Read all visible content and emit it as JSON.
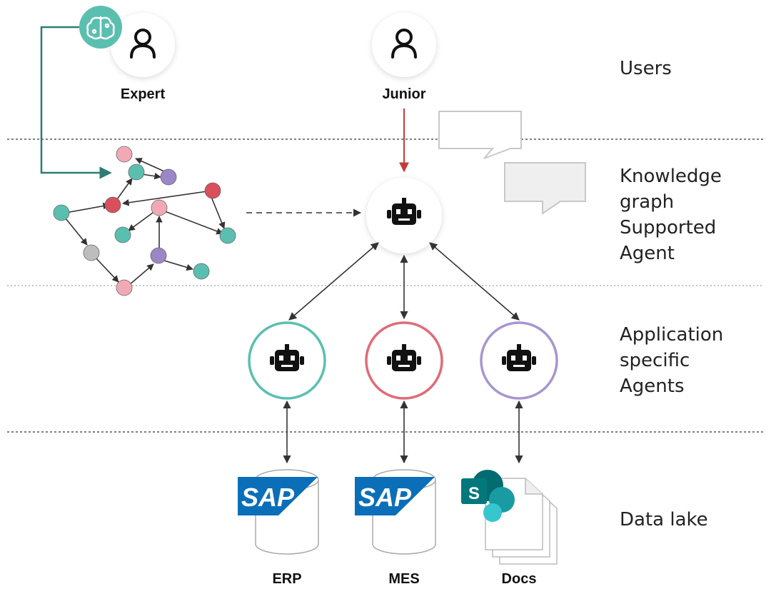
{
  "layers": {
    "users": "Users",
    "kg_line1": "Knowledge",
    "kg_line2": "graph",
    "kg_line3": "Supported",
    "kg_line4": "Agent",
    "app_line1": "Application",
    "app_line2": "specific",
    "app_line3": "Agents",
    "data_lake": "Data lake"
  },
  "users": {
    "expert": "Expert",
    "junior": "Junior"
  },
  "sources": {
    "erp": "ERP",
    "mes": "MES",
    "docs": "Docs",
    "sap_logo_text": "SAP",
    "sharepoint_letter": "S"
  },
  "colors": {
    "teal": "#5bbfb0",
    "red": "#d94f5c",
    "purple": "#9b86c8",
    "pink": "#f2a9b6",
    "grey": "#bdbdbd",
    "sap_blue": "#0a6fb8",
    "sharepoint": "#0b8a8a",
    "expert_line": "#2e7c73",
    "junior_arrow": "#c23b3b"
  },
  "icons": {
    "expert": "person-icon",
    "junior": "person-icon",
    "brain": "brain-icon",
    "agent": "robot-icon"
  }
}
